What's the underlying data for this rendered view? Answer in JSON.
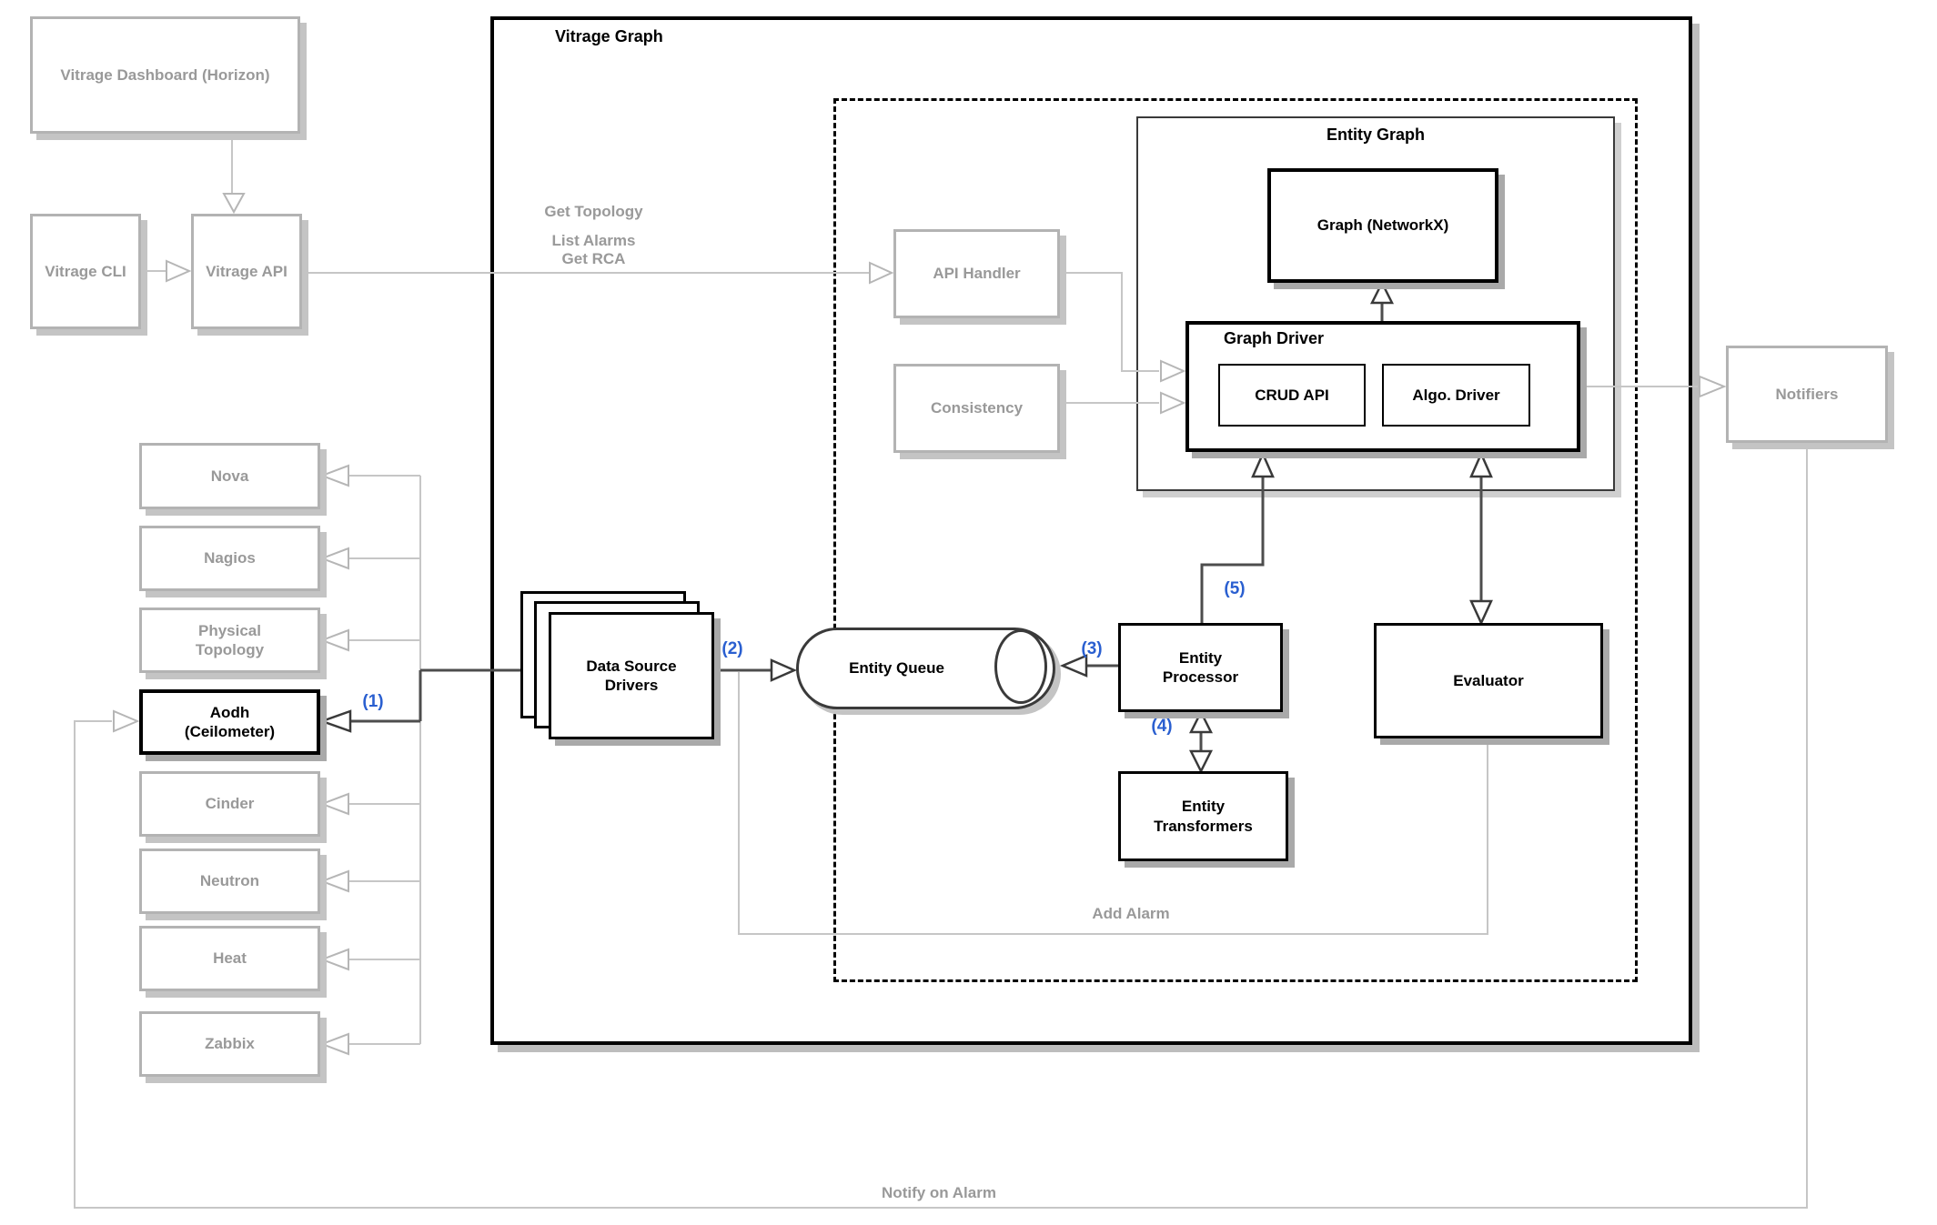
{
  "diagram_title": "Vitrage Graph",
  "containers": {
    "vitrage_graph": "Vitrage Graph",
    "entity_graph": "Entity Graph"
  },
  "nodes": {
    "dashboard": "Vitrage Dashboard (Horizon)",
    "cli": "Vitrage CLI",
    "api": "Vitrage API",
    "api_handler": "API Handler",
    "consistency": "Consistency",
    "notifiers": "Notifiers",
    "nova": "Nova",
    "nagios": "Nagios",
    "physical_topology": "Physical Topology",
    "aodh": "Aodh (Ceilometer)",
    "cinder": "Cinder",
    "neutron": "Neutron",
    "heat": "Heat",
    "zabbix": "Zabbix",
    "data_source_drivers": "Data Source Drivers",
    "entity_queue": "Entity Queue",
    "entity_processor": "Entity Processor",
    "entity_transformers": "Entity Transformers",
    "evaluator": "Evaluator",
    "graph_networkx": "Graph (NetworkX)",
    "graph_driver": "Graph Driver",
    "crud_api": "CRUD API",
    "algo_driver": "Algo. Driver"
  },
  "flow_labels": {
    "get_topology": "Get Topology",
    "list_alarms": "List Alarms",
    "get_rca": "Get RCA",
    "add_alarm": "Add Alarm",
    "notify_on_alarm": "Notify on Alarm"
  },
  "step_annotations": {
    "s1": "(1)",
    "s2": "(2)",
    "s3": "(3)",
    "s4": "(4)",
    "s5": "(5)"
  },
  "colors": {
    "annotation_blue": "#2a5fd0",
    "muted_gray": "#999999",
    "line_light": "#c6c6c6",
    "line_dark": "#4d4d4d",
    "black": "#000000"
  }
}
